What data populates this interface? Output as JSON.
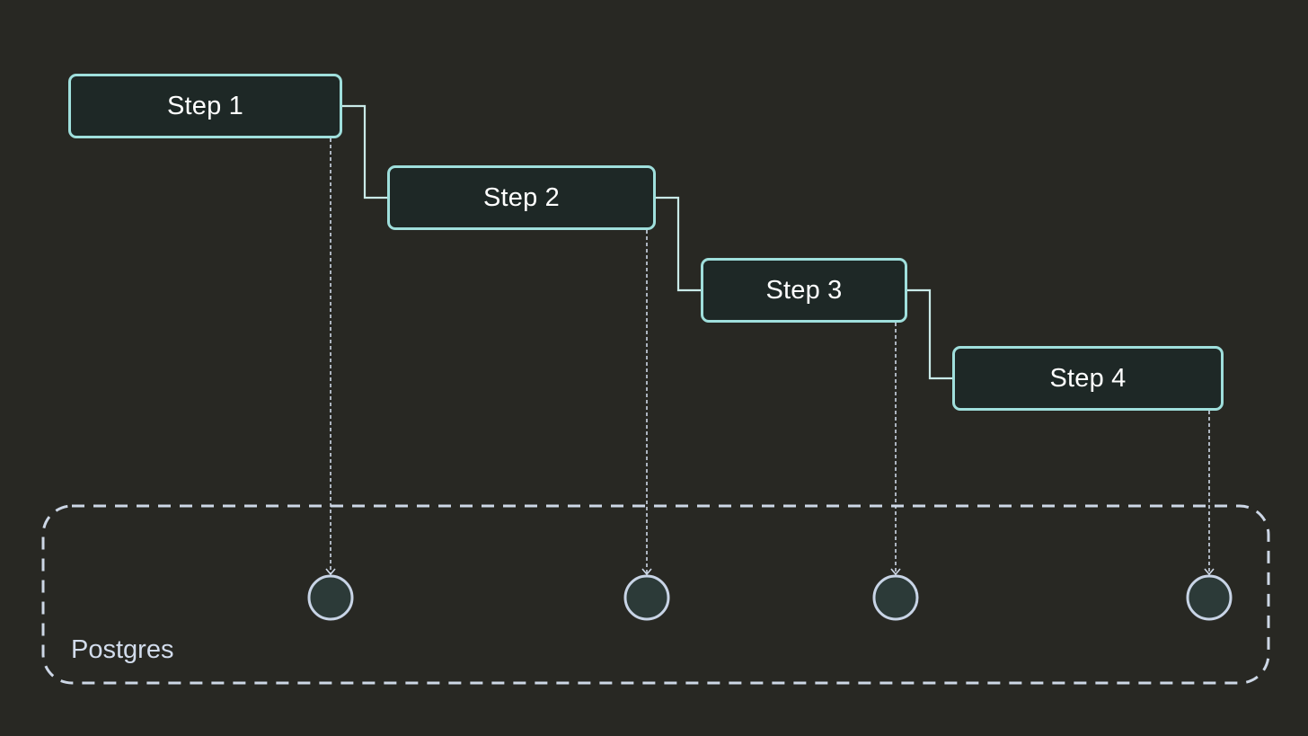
{
  "steps": [
    {
      "label": "Step 1"
    },
    {
      "label": "Step 2"
    },
    {
      "label": "Step 3"
    },
    {
      "label": "Step 4"
    }
  ],
  "database": {
    "label": "Postgres"
  },
  "colors": {
    "background": "#282823",
    "step_border": "#9fdfdc",
    "step_fill": "#1e2826",
    "connector": "#c9eae8",
    "dashed_lines": "#cdd7e6",
    "record_fill": "#2c3a38",
    "record_stroke": "#c8d4e6"
  }
}
